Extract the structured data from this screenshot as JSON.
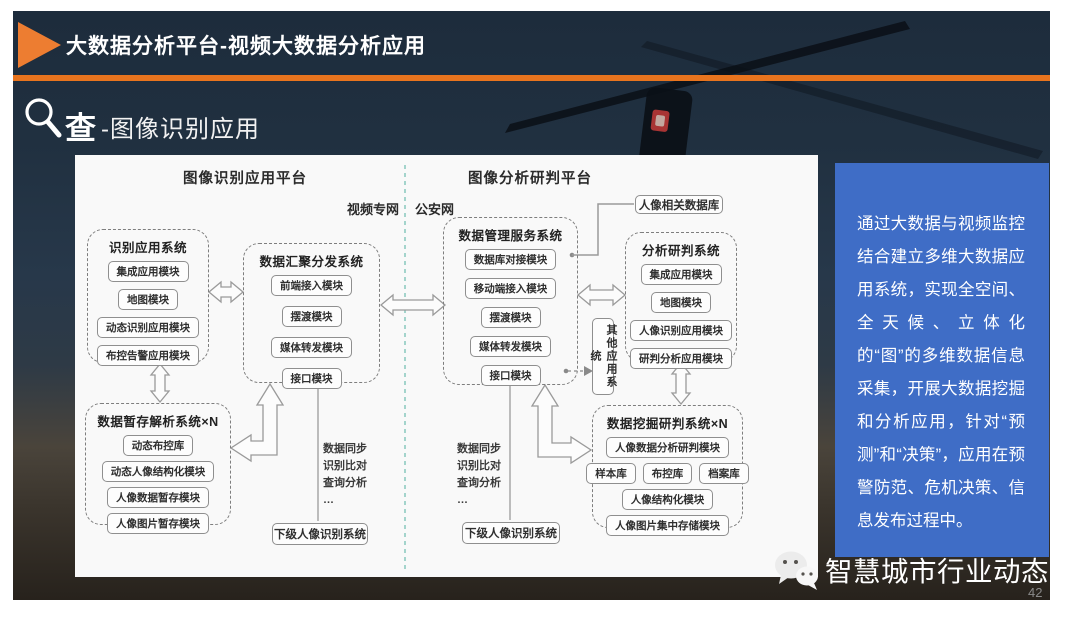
{
  "header": {
    "title": "大数据分析平台-视频大数据分析应用"
  },
  "section": {
    "keyword": "查",
    "subtitle": "-图像识别应用"
  },
  "colors": {
    "accent_orange": "#ed7d31",
    "panel_blue": "#3f6dc6",
    "header_navy": "#1d2c3c",
    "divider_teal": "#8ecbc0"
  },
  "diagram": {
    "left_platform": {
      "title": "图像识别应用平台",
      "network_label": "视频专网",
      "systems": [
        {
          "title": "识别应用系统",
          "modules": [
            "集成应用模块",
            "地图模块",
            "动态识别应用模块",
            "布控告警应用模块"
          ]
        },
        {
          "title": "数据汇聚分发系统",
          "modules": [
            "前端接入模块",
            "摆渡模块",
            "媒体转发模块",
            "接口模块"
          ]
        },
        {
          "title": "数据暂存解析系统×N",
          "modules": [
            "动态布控库",
            "动态人像结构化模块",
            "人像数据暂存模块",
            "人像图片暂存模块"
          ]
        }
      ],
      "sync_note": [
        "数据同步",
        "识别比对",
        "查询分析",
        "…"
      ],
      "subordinate": "下级人像识别系统"
    },
    "right_platform": {
      "title": "图像分析研判平台",
      "network_label": "公安网",
      "face_db": "人像相关数据库",
      "other_system": "其他应用系统",
      "systems": [
        {
          "title": "数据管理服务系统",
          "modules": [
            "数据库对接模块",
            "移动端接入模块",
            "摆渡模块",
            "媒体转发模块",
            "接口模块"
          ]
        },
        {
          "title": "分析研判系统",
          "modules": [
            "集成应用模块",
            "地图模块",
            "人像识别应用模块",
            "研判分析应用模块"
          ]
        },
        {
          "title": "数据挖掘研判系统×N",
          "top_module": "人像数据分析研判模块",
          "libraries": [
            "样本库",
            "布控库",
            "档案库"
          ],
          "structuring_module": "人像结构化模块",
          "storage_module": "人像图片集中存储模块"
        }
      ],
      "sync_note": [
        "数据同步",
        "识别比对",
        "查询分析",
        "…"
      ],
      "subordinate": "下级人像识别系统"
    }
  },
  "side_panel": {
    "text": "通过大数据与视频监控结合建立多维大数据应用系统，实现全空间、全天候、立体化的“图”的多维数据信息采集，开展大数据挖掘和分析应用，针对“预测”和“决策”，应用在预警防范、危机决策、信息发布过程中。"
  },
  "footer": {
    "brand": "智慧城市行业动态",
    "page_number": "42"
  }
}
